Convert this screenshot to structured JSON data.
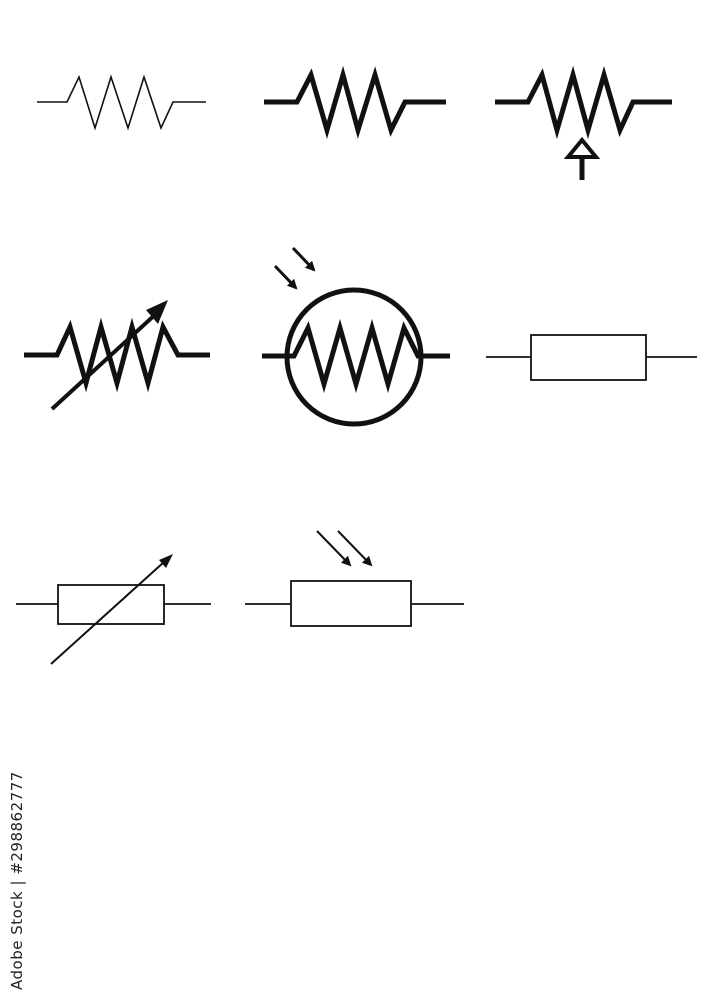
{
  "id_text": "Adobe Stock | #298862777",
  "colors": {
    "stroke": "#111111",
    "background": "#ffffff"
  },
  "symbols": [
    {
      "name": "resistor-zigzag-thin-symbol"
    },
    {
      "name": "resistor-zigzag-bold-symbol"
    },
    {
      "name": "preset-resistor-arrow-symbol"
    },
    {
      "name": "variable-resistor-zigzag-symbol"
    },
    {
      "name": "light-dependent-resistor-zigzag-symbol"
    },
    {
      "name": "resistor-box-symbol"
    },
    {
      "name": "variable-resistor-box-symbol"
    },
    {
      "name": "light-dependent-resistor-box-symbol"
    }
  ]
}
